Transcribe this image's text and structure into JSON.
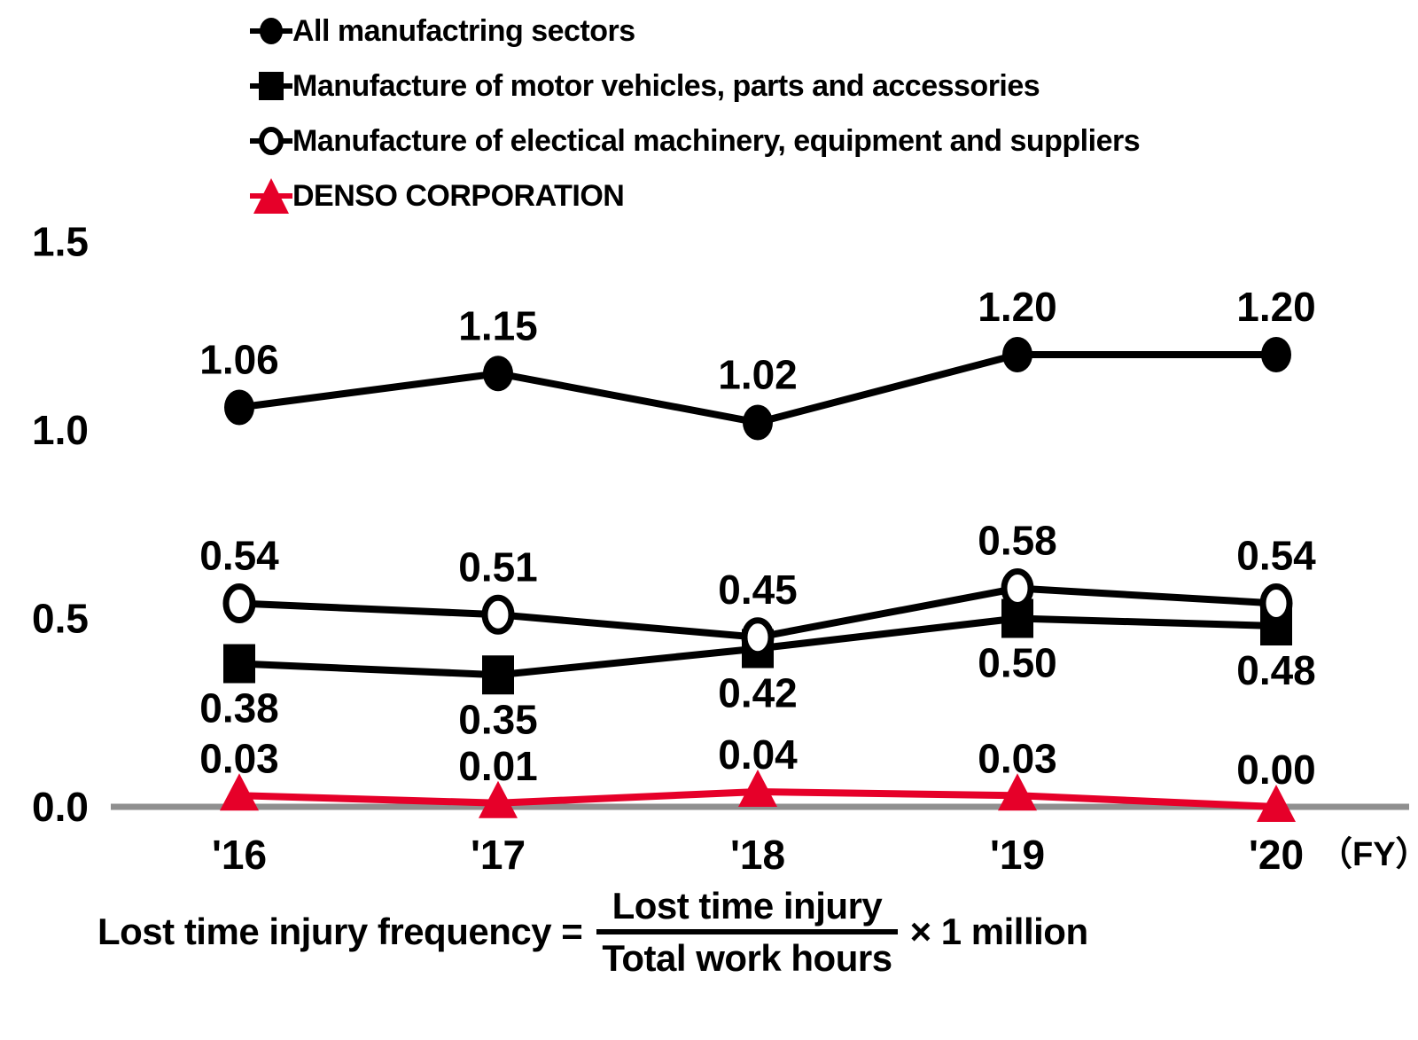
{
  "legend": {
    "items": [
      {
        "label": "All manufactring sectors",
        "marker": "filled-circle",
        "color": "#000000"
      },
      {
        "label": "Manufacture of motor vehicles, parts and accessories",
        "marker": "filled-square",
        "color": "#000000"
      },
      {
        "label": "Manufacture of electical machinery, equipment and suppliers",
        "marker": "open-circle",
        "color": "#000000"
      },
      {
        "label": "DENSO CORPORATION",
        "marker": "filled-triangle",
        "color": "#e60029"
      }
    ]
  },
  "chart_data": {
    "type": "line",
    "categories": [
      "'16",
      "'17",
      "'18",
      "'19",
      "'20"
    ],
    "x_axis_unit": "（FY）",
    "yticks": [
      "0.0",
      "0.5",
      "1.0",
      "1.5"
    ],
    "ytick_values": [
      0,
      0.5,
      1.0,
      1.5
    ],
    "ylim": [
      0,
      1.5
    ],
    "grid": false,
    "legend_position": "top-left",
    "axis_color": "#8f8f8f",
    "series": [
      {
        "name": "All manufactring sectors",
        "marker": "filled-circle",
        "color": "#000000",
        "values": [
          1.06,
          1.15,
          1.02,
          1.2,
          1.2
        ],
        "labels": [
          "1.06",
          "1.15",
          "1.02",
          "1.20",
          "1.20"
        ],
        "label_side": "above"
      },
      {
        "name": "Manufacture of motor vehicles, parts and accessories",
        "marker": "filled-square",
        "color": "#000000",
        "values": [
          0.38,
          0.35,
          0.42,
          0.5,
          0.48
        ],
        "labels": [
          "0.38",
          "0.35",
          "0.42",
          "0.50",
          "0.48"
        ],
        "label_side": "below"
      },
      {
        "name": "Manufacture of electical machinery, equipment and suppliers",
        "marker": "open-circle",
        "color": "#000000",
        "values": [
          0.54,
          0.51,
          0.45,
          0.58,
          0.54
        ],
        "labels": [
          "0.54",
          "0.51",
          "0.45",
          "0.58",
          "0.54"
        ],
        "label_side": "above"
      },
      {
        "name": "DENSO CORPORATION",
        "marker": "filled-triangle",
        "color": "#e60029",
        "values": [
          0.03,
          0.01,
          0.04,
          0.03,
          0.0
        ],
        "labels": [
          "0.03",
          "0.01",
          "0.04",
          "0.03",
          "0.00"
        ],
        "label_side": "above"
      }
    ]
  },
  "formula": {
    "lhs": "Lost time injury frequency =",
    "numerator": "Lost time injury",
    "denominator": "Total work hours",
    "rhs": "× 1 million"
  }
}
